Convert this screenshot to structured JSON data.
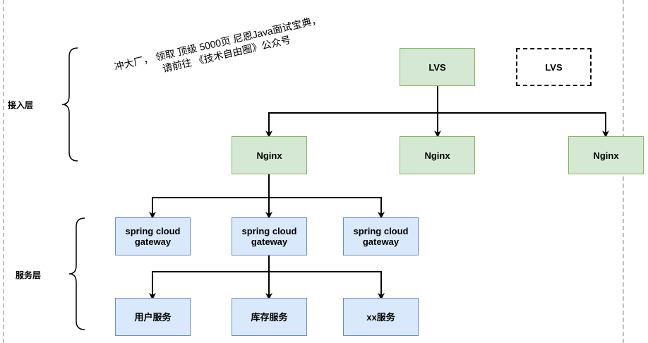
{
  "layers": {
    "access": "接入层",
    "service": "服务层"
  },
  "note": {
    "line1": "冲大厂， 领取 顶级  5000页 尼恩Java面试宝典，",
    "line2": "请前往 《技术自由圈》公众号"
  },
  "nodes": {
    "lvs_main": "LVS",
    "lvs_standby": "LVS",
    "nginx_1": "Nginx",
    "nginx_2": "Nginx",
    "nginx_3": "Nginx",
    "gateway_1": "spring cloud\ngateway",
    "gateway_2": "spring cloud\ngateway",
    "gateway_3": "spring cloud\ngateway",
    "user_service": "用户服务",
    "stock_service": "库存服务",
    "xx_service": "xx服务"
  },
  "colors": {
    "green_fill": "#d5e8d4",
    "green_stroke": "#82b366",
    "blue_fill": "#dae8fc",
    "blue_stroke": "#6c8ebf"
  }
}
